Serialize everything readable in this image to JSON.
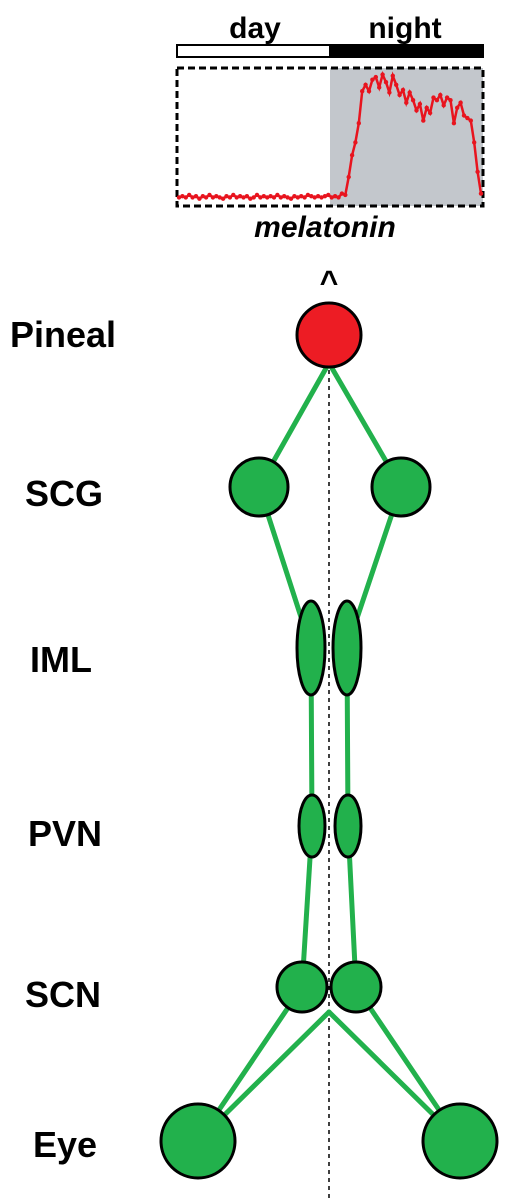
{
  "colors": {
    "nerve": "#22b14c",
    "node_fill": "#22b14c",
    "pineal_fill": "#ed1c24",
    "trace": "#e8141e",
    "night_shade": "#c3c7cc",
    "night_bar": "#000000",
    "outline": "#000000"
  },
  "plot": {
    "day_label": "day",
    "night_label": "night",
    "caption": "melatonin",
    "caret": "^"
  },
  "chart_data": {
    "type": "line",
    "series": [
      {
        "name": "",
        "y": [
          0.02,
          0.03,
          0.02,
          0.04,
          0.02,
          0.03,
          0.01,
          0.03,
          0.02,
          0.04,
          0.02,
          0.03,
          0.02,
          0.01,
          0.03,
          0.02,
          0.04,
          0.02,
          0.03,
          0.02,
          0.03,
          0.01,
          0.02,
          0.04,
          0.02,
          0.03,
          0.02,
          0.03,
          0.02,
          0.04,
          0.02,
          0.03,
          0.02,
          0.01,
          0.03,
          0.02,
          0.03,
          0.02,
          0.04,
          0.03,
          0.02,
          0.03,
          0.02,
          0.03,
          0.04,
          0.02,
          0.03,
          0.02,
          0.05,
          0.04,
          0.18,
          0.35,
          0.45,
          0.6,
          0.85,
          0.9,
          0.85,
          0.94,
          0.96,
          0.88,
          0.98,
          0.92,
          0.84,
          0.97,
          0.9,
          0.82,
          0.86,
          0.76,
          0.84,
          0.78,
          0.7,
          0.75,
          0.62,
          0.72,
          0.68,
          0.8,
          0.78,
          0.82,
          0.74,
          0.8,
          0.78,
          0.6,
          0.72,
          0.76,
          0.66,
          0.64,
          0.62,
          0.45,
          0.22,
          0.05
        ]
      }
    ],
    "night_start_fraction": 0.5,
    "ylim": [
      0,
      1
    ]
  },
  "labels": {
    "pineal": "Pineal",
    "scg": "SCG",
    "iml": "IML",
    "pvn": "PVN",
    "scn": "SCN",
    "eye": "Eye"
  }
}
